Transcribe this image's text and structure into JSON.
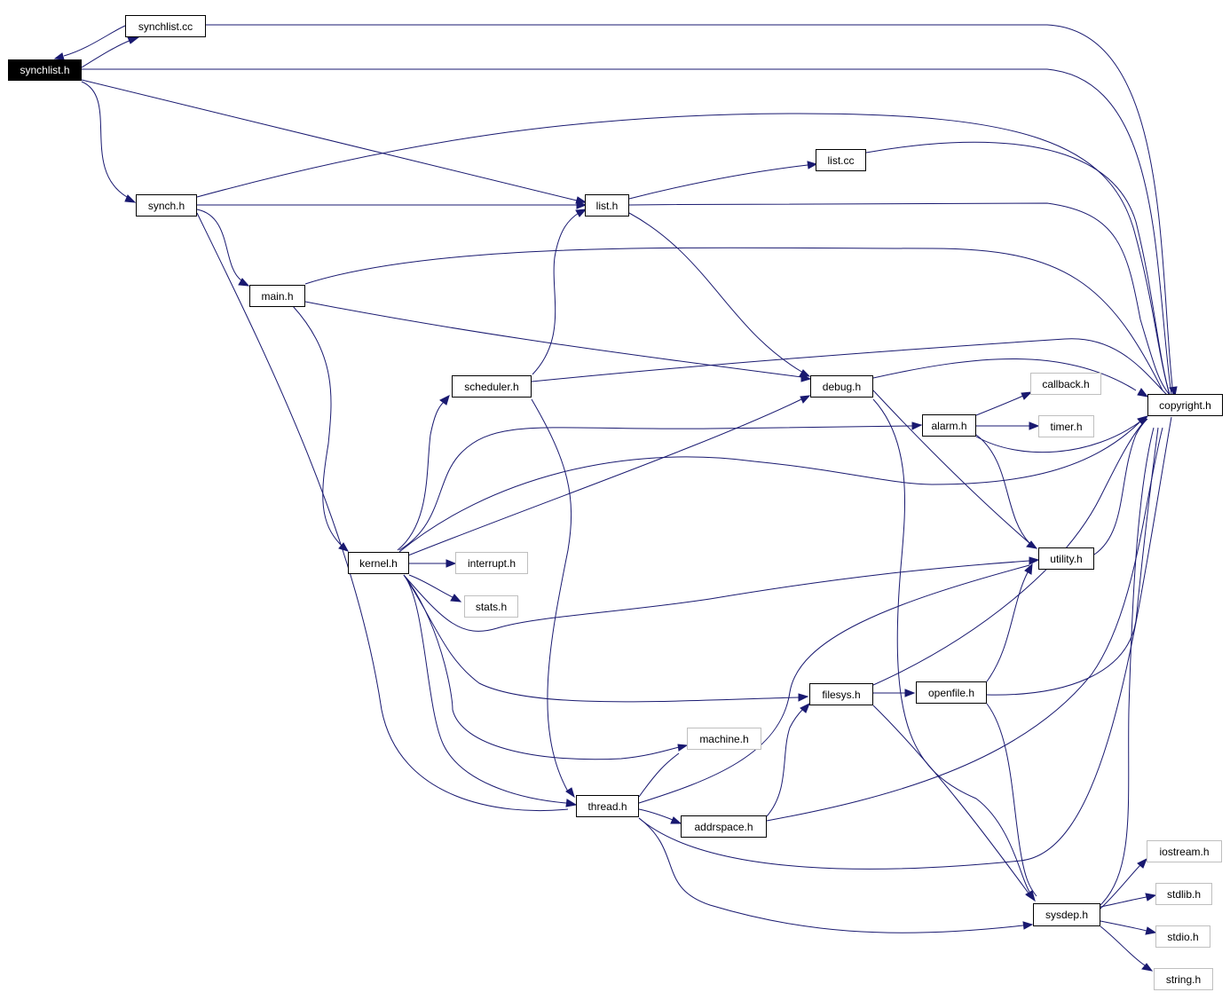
{
  "colors": {
    "edge": "#191970",
    "node_border": "#000000",
    "external_border": "#bfbfbf",
    "root_fill": "#000000",
    "root_text": "#ffffff"
  },
  "nodes": {
    "synchlist_h": "synchlist.h",
    "synchlist_cc": "synchlist.cc",
    "synch_h": "synch.h",
    "list_h": "list.h",
    "list_cc": "list.cc",
    "main_h": "main.h",
    "scheduler_h": "scheduler.h",
    "debug_h": "debug.h",
    "callback_h": "callback.h",
    "copyright_h": "copyright.h",
    "alarm_h": "alarm.h",
    "timer_h": "timer.h",
    "kernel_h": "kernel.h",
    "interrupt_h": "interrupt.h",
    "stats_h": "stats.h",
    "utility_h": "utility.h",
    "filesys_h": "filesys.h",
    "openfile_h": "openfile.h",
    "machine_h": "machine.h",
    "thread_h": "thread.h",
    "addrspace_h": "addrspace.h",
    "iostream_h": "iostream.h",
    "sysdep_h": "sysdep.h",
    "stdlib_h": "stdlib.h",
    "stdio_h": "stdio.h",
    "string_h": "string.h"
  },
  "edges": [
    [
      "synchlist_h",
      "synchlist_cc"
    ],
    [
      "synchlist_cc",
      "synchlist_h"
    ],
    [
      "synchlist_cc",
      "copyright_h"
    ],
    [
      "synchlist_h",
      "copyright_h"
    ],
    [
      "synchlist_h",
      "list_h"
    ],
    [
      "synchlist_h",
      "synch_h"
    ],
    [
      "synch_h",
      "copyright_h"
    ],
    [
      "synch_h",
      "list_h"
    ],
    [
      "synch_h",
      "main_h"
    ],
    [
      "synch_h",
      "thread_h"
    ],
    [
      "list_h",
      "list_cc"
    ],
    [
      "list_cc",
      "copyright_h"
    ],
    [
      "list_h",
      "copyright_h"
    ],
    [
      "list_h",
      "debug_h"
    ],
    [
      "main_h",
      "copyright_h"
    ],
    [
      "main_h",
      "debug_h"
    ],
    [
      "main_h",
      "kernel_h"
    ],
    [
      "scheduler_h",
      "list_h"
    ],
    [
      "scheduler_h",
      "copyright_h"
    ],
    [
      "scheduler_h",
      "thread_h"
    ],
    [
      "debug_h",
      "copyright_h"
    ],
    [
      "debug_h",
      "utility_h"
    ],
    [
      "debug_h",
      "sysdep_h"
    ],
    [
      "alarm_h",
      "callback_h"
    ],
    [
      "alarm_h",
      "timer_h"
    ],
    [
      "alarm_h",
      "copyright_h"
    ],
    [
      "alarm_h",
      "utility_h"
    ],
    [
      "kernel_h",
      "scheduler_h"
    ],
    [
      "kernel_h",
      "alarm_h"
    ],
    [
      "kernel_h",
      "copyright_h"
    ],
    [
      "kernel_h",
      "debug_h"
    ],
    [
      "kernel_h",
      "interrupt_h"
    ],
    [
      "kernel_h",
      "stats_h"
    ],
    [
      "kernel_h",
      "utility_h"
    ],
    [
      "kernel_h",
      "filesys_h"
    ],
    [
      "kernel_h",
      "machine_h"
    ],
    [
      "kernel_h",
      "thread_h"
    ],
    [
      "utility_h",
      "copyright_h"
    ],
    [
      "filesys_h",
      "openfile_h"
    ],
    [
      "filesys_h",
      "copyright_h"
    ],
    [
      "filesys_h",
      "sysdep_h"
    ],
    [
      "openfile_h",
      "copyright_h"
    ],
    [
      "openfile_h",
      "utility_h"
    ],
    [
      "openfile_h",
      "sysdep_h"
    ],
    [
      "thread_h",
      "machine_h"
    ],
    [
      "thread_h",
      "utility_h"
    ],
    [
      "thread_h",
      "addrspace_h"
    ],
    [
      "thread_h",
      "copyright_h"
    ],
    [
      "thread_h",
      "sysdep_h"
    ],
    [
      "addrspace_h",
      "filesys_h"
    ],
    [
      "addrspace_h",
      "copyright_h"
    ],
    [
      "sysdep_h",
      "copyright_h"
    ],
    [
      "sysdep_h",
      "iostream_h"
    ],
    [
      "sysdep_h",
      "stdlib_h"
    ],
    [
      "sysdep_h",
      "stdio_h"
    ],
    [
      "sysdep_h",
      "string_h"
    ]
  ]
}
